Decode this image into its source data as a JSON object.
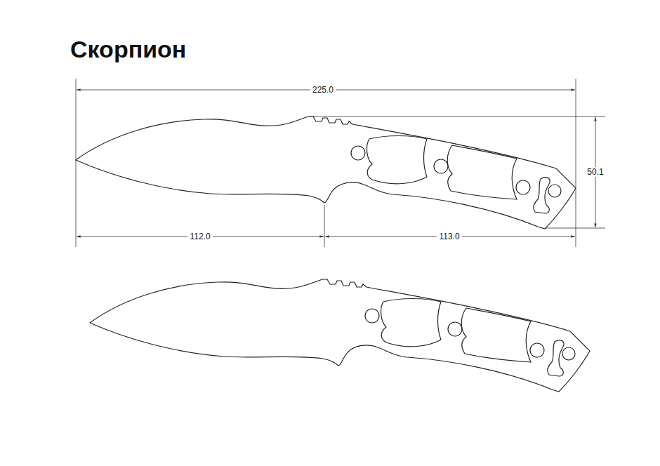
{
  "diagram": {
    "title": "Скорпион",
    "labels": [
      "225.0",
      "50.1",
      "112.0",
      "113.0"
    ]
  }
}
